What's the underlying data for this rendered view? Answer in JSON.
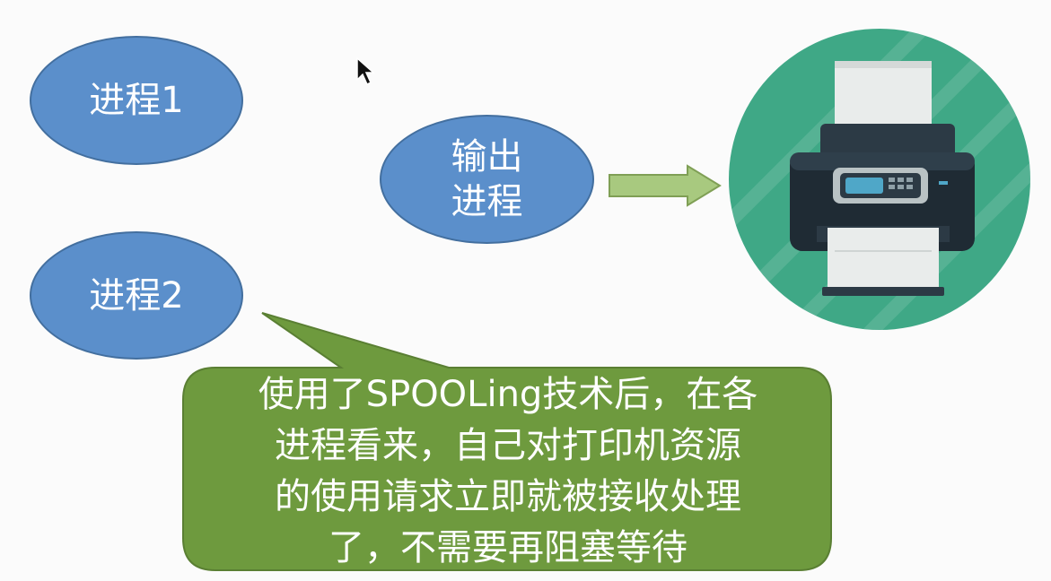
{
  "diagram": {
    "process1_label": "进程1",
    "process2_label": "进程2",
    "output_process_label_line1": "输出",
    "output_process_label_line2": "进程",
    "callout_lines": [
      "使用了SPOOLing技术后，在各",
      "进程看来，自己对打印机资源",
      "的使用请求立即就被接收处理",
      "了，不需要再阻塞等待"
    ]
  },
  "icons": {
    "printer": "printer-icon",
    "arrow": "right-arrow-icon",
    "cursor": "mouse-cursor-icon"
  },
  "colors": {
    "process_fill": "#5b8fcb",
    "process_border": "#436f9f",
    "callout_fill": "#6e9a3e",
    "callout_border": "#5a7f33",
    "arrow_fill": "#a8c97f",
    "printer_circle": "#3fa886"
  }
}
